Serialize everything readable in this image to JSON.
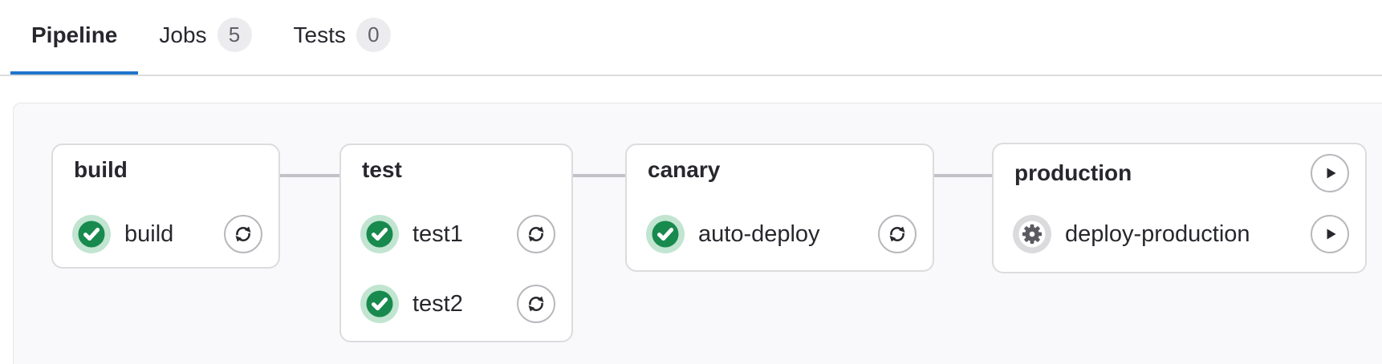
{
  "tabs": {
    "items": [
      {
        "label": "Pipeline",
        "active": true
      },
      {
        "label": "Jobs",
        "badge": "5"
      },
      {
        "label": "Tests",
        "badge": "0"
      }
    ]
  },
  "pipeline": {
    "stages": [
      {
        "title": "build",
        "jobs": [
          {
            "name": "build",
            "status": "success",
            "action": "retry"
          }
        ]
      },
      {
        "title": "test",
        "jobs": [
          {
            "name": "test1",
            "status": "success",
            "action": "retry"
          },
          {
            "name": "test2",
            "status": "success",
            "action": "retry"
          }
        ]
      },
      {
        "title": "canary",
        "jobs": [
          {
            "name": "auto-deploy",
            "status": "success",
            "action": "retry"
          }
        ]
      },
      {
        "title": "production",
        "stage_action": "play",
        "jobs": [
          {
            "name": "deploy-production",
            "status": "manual",
            "action": "play"
          }
        ]
      }
    ]
  },
  "icons": {
    "status-success-icon": "green circle with white check",
    "status-manual-icon": "gray circle with gear",
    "retry-icon": "two circular arrows",
    "play-icon": "right-pointing triangle"
  },
  "colors": {
    "active_tab_indicator": "#1f75cb",
    "tab_border": "#dcdcde",
    "badge_background": "#ececef",
    "badge_text": "#626168",
    "graph_background": "#f9f9fb",
    "card_border": "#dcdcde",
    "connector": "#c2c1c8",
    "success_green": "#188a4e",
    "success_green_light": "#c1e5d0",
    "manual_gray_light": "#dbdbde",
    "gear_gray": "#5b5a61",
    "text": "#28272d"
  }
}
